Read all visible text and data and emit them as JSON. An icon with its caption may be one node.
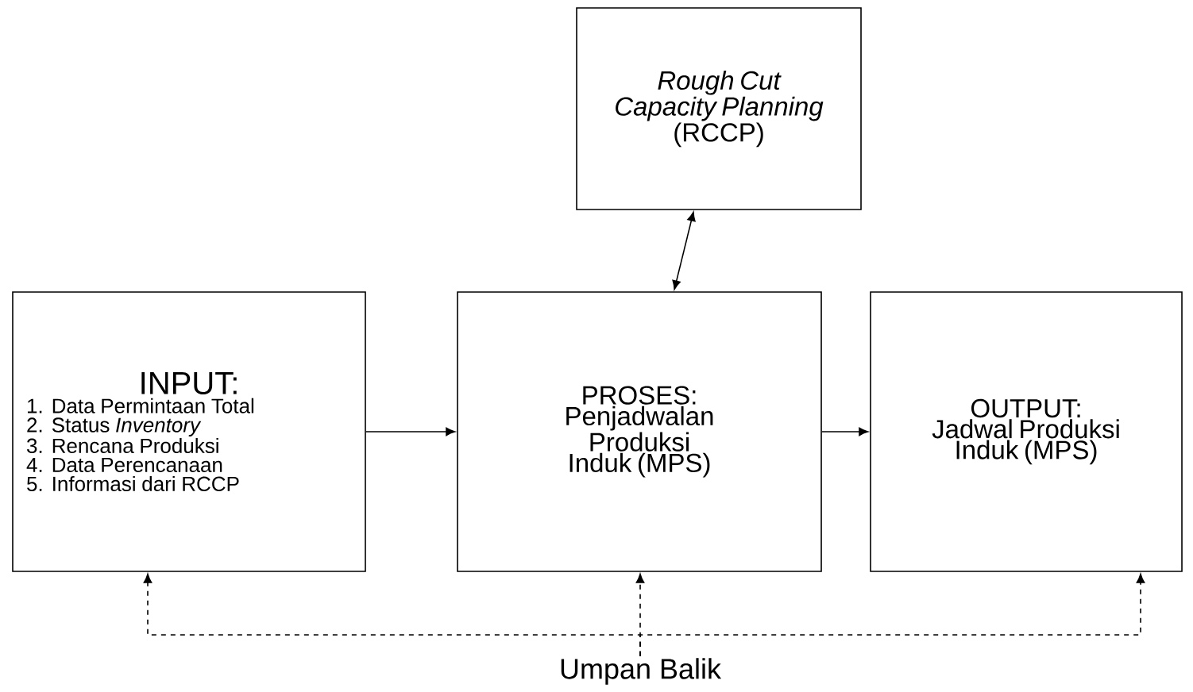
{
  "diagram": {
    "nodes": [
      {
        "text": [
          "Rough Cut Capacity Planning",
          "(RCCP)"
        ]
      },
      {
        "text": [
          "INPUT:",
          "1. Data Permintaan Total",
          "2. Status *Inventory*",
          "3. Rencana Produksi",
          "4. Data Perencanaan",
          "5. Informasi dari RCCP"
        ]
      },
      {
        "text": [
          "PROSES:",
          "Penjadwalan Produksi Induk (MPS)"
        ]
      },
      {
        "text": [
          "OUTPUT:",
          "Jadwal Produksi Induk (MPS)"
        ]
      },
      {
        "text": [
          "Umpan Balik"
        ]
      }
    ],
    "edges": [
      {
        "from": 0,
        "to": 2,
        "arrow": "both"
      },
      {
        "from": 1,
        "to": 2,
        "arrow": "to"
      },
      {
        "from": 2,
        "to": 3,
        "arrow": "to"
      },
      {
        "from": 4,
        "to": 1,
        "arrow": "to",
        "style": "dashed"
      },
      {
        "from": 4,
        "to": 2,
        "arrow": "to",
        "style": "dashed"
      },
      {
        "from": 4,
        "to": 3,
        "arrow": "to",
        "style": "dashed"
      }
    ]
  }
}
